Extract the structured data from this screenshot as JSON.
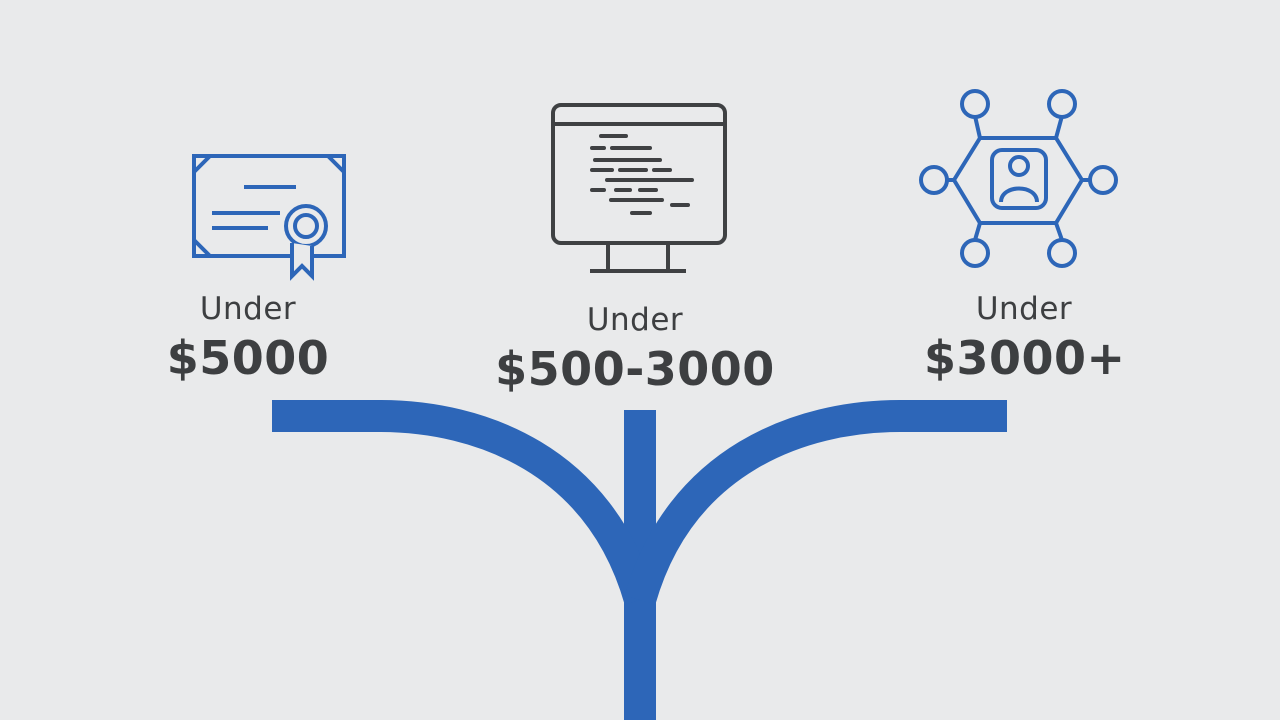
{
  "branches": [
    {
      "id": "left",
      "icon": "certificate-icon",
      "prefix": "Under",
      "amount": "$5000"
    },
    {
      "id": "center",
      "icon": "code-monitor-icon",
      "prefix": "Under",
      "amount": "$500-3000"
    },
    {
      "id": "right",
      "icon": "network-user-icon",
      "prefix": "Under",
      "amount": "$3000+"
    }
  ],
  "colors": {
    "background": "#e9eaeb",
    "accent_blue": "#2d66b8",
    "icon_dark": "#3f4143",
    "text": "#3d3f41"
  }
}
